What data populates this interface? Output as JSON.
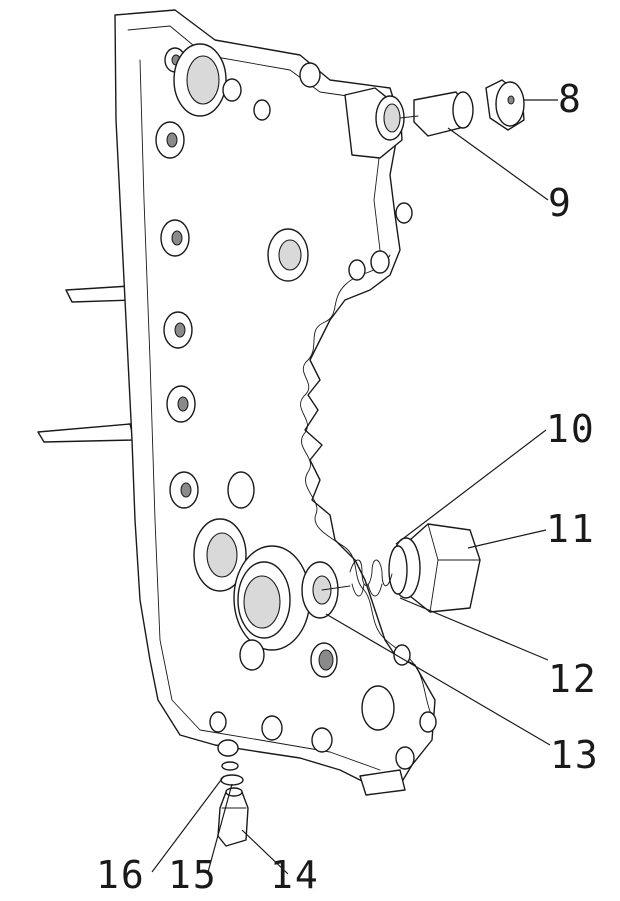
{
  "callouts": {
    "c8": "8",
    "c9": "9",
    "c10": "10",
    "c11": "11",
    "c12": "12",
    "c13": "13",
    "c14": "14",
    "c15": "15",
    "c16": "16"
  },
  "colors": {
    "line": "#1a1a1a",
    "shade": "#d9d9d9",
    "background": "#ffffff"
  }
}
